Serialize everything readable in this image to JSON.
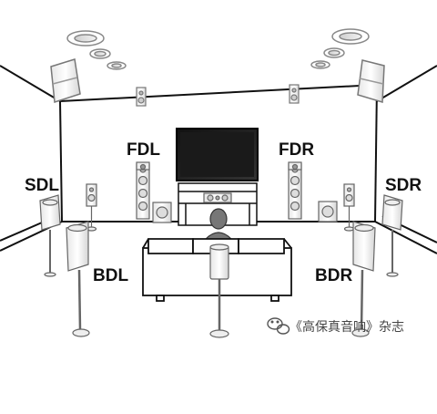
{
  "labels": {
    "fdl": "FDL",
    "fdr": "FDR",
    "sdl": "SDL",
    "sdr": "SDR",
    "bdl": "BDL",
    "bdr": "BDR"
  },
  "watermark": {
    "text": "《高保真音响》杂志",
    "icon": "wechat-icon"
  }
}
